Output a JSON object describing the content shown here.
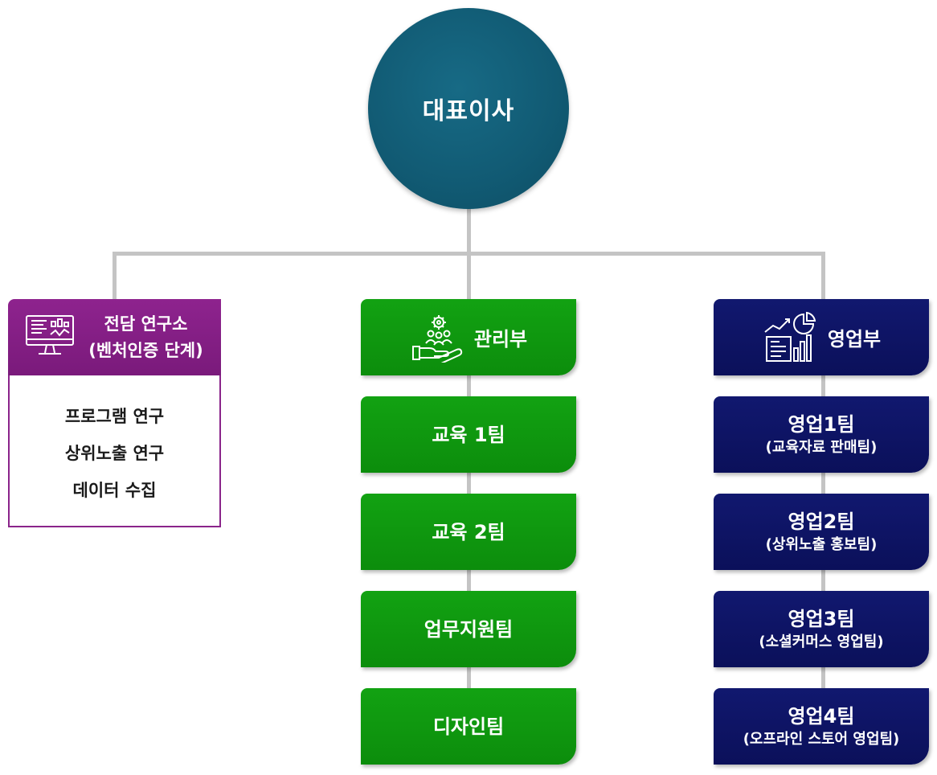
{
  "ceo": {
    "label": "대표이사"
  },
  "lab": {
    "title_line1": "전담 연구소",
    "title_line2": "(벤처인증 단계)",
    "items": [
      "프로그램 연구",
      "상위노출 연구",
      "데이터 수집"
    ],
    "icon": "monitor-chart-icon"
  },
  "management": {
    "title": "관리부",
    "icon": "hand-gear-people-icon",
    "teams": [
      "교육 1팀",
      "교육 2팀",
      "업무지원팀",
      "디자인팀"
    ]
  },
  "sales": {
    "title": "영업부",
    "icon": "sales-growth-chart-icon",
    "teams": [
      {
        "name": "영업1팀",
        "sub": "(교육자료 판매팀)"
      },
      {
        "name": "영업2팀",
        "sub": "(상위노출 홍보팀)"
      },
      {
        "name": "영업3팀",
        "sub": "(소셜커머스 영업팀)"
      },
      {
        "name": "영업4팀",
        "sub": "(오프라인 스토어 영업팀)"
      }
    ]
  },
  "colors": {
    "ceo": "#115a73",
    "lab": "#7f1d80",
    "management": "#0f970f",
    "sales": "#0d1364",
    "connector": "#c4c4c4"
  }
}
